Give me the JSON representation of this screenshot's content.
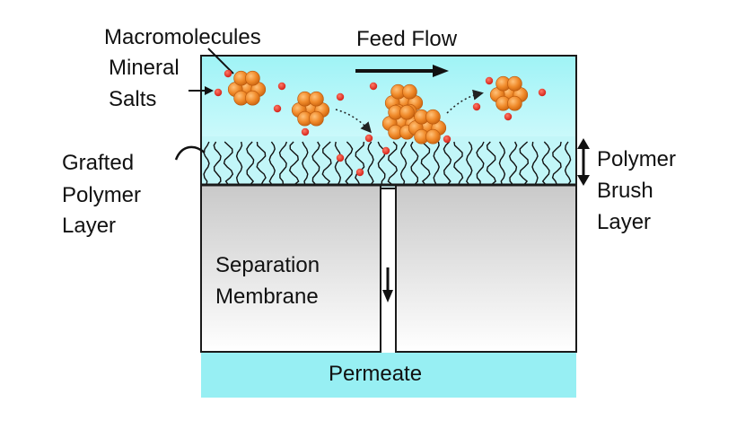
{
  "labels": {
    "macromolecules": "Macromolecules",
    "mineral": "Mineral",
    "salts": "Salts",
    "feed_flow": "Feed Flow",
    "grafted": "Grafted",
    "polymer_left": "Polymer",
    "layer_left": "Layer",
    "polymer_right": "Polymer",
    "brush": "Brush",
    "layer_right": "Layer",
    "separation": "Separation",
    "membrane": "Membrane",
    "permeate": "Permeate"
  },
  "colors": {
    "feed_top": "#9ff3f6",
    "feed_bottom": "#e6fdfe",
    "brush_band": "#c2f6f8",
    "membrane_top": "#c9c9c9",
    "membrane_bottom": "#ffffff",
    "permeate": "#97eff3",
    "macromolecule": "#f08a2a",
    "salt": "#e8281e"
  }
}
